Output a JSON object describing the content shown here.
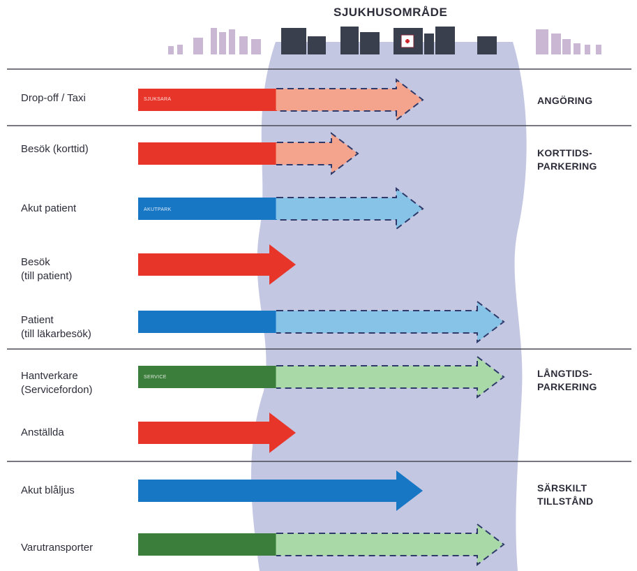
{
  "area": {
    "title": "SJUKHUSOMRÅDE"
  },
  "colors": {
    "red": "#e8352a",
    "red_light": "#f4a48d",
    "blue": "#1877c5",
    "blue_light": "#86c3e6",
    "green": "#3b7d3a",
    "green_light": "#a9d9a6",
    "zone": "#c3c7e2",
    "dashed": "#2f3a6a"
  },
  "categories": [
    {
      "label": "ANGÖRING"
    },
    {
      "label": "KORTTIDS-\nPARKERING"
    },
    {
      "label": "LÅNGTIDS-\nPARKERING"
    },
    {
      "label": "SÄRSKILT\nTILLSTÅND"
    }
  ],
  "rows": [
    {
      "label": "Drop-off / Taxi",
      "color": "red",
      "tag": "SJUKSARA",
      "reach": "long"
    },
    {
      "label": "Besök (korttid)",
      "color": "red",
      "tag": "",
      "reach": "short"
    },
    {
      "label": "Akut patient",
      "color": "blue",
      "tag": "AKUTPARK",
      "reach": "long"
    },
    {
      "label": "Besök\n(till patient)",
      "color": "red",
      "tag": "",
      "reach": "edge"
    },
    {
      "label": "Patient\n(till läkarbesök)",
      "color": "blue",
      "tag": "",
      "reach": "full"
    },
    {
      "label": "Hantverkare\n(Servicefordon)",
      "color": "green",
      "tag": "SERVICE",
      "reach": "full"
    },
    {
      "label": "Anställda",
      "color": "red",
      "tag": "",
      "reach": "edge"
    },
    {
      "label": "Akut blåljus",
      "color": "blue",
      "tag": "",
      "reach": "solid-long"
    },
    {
      "label": "Varutransporter",
      "color": "green",
      "tag": "",
      "reach": "full"
    }
  ]
}
